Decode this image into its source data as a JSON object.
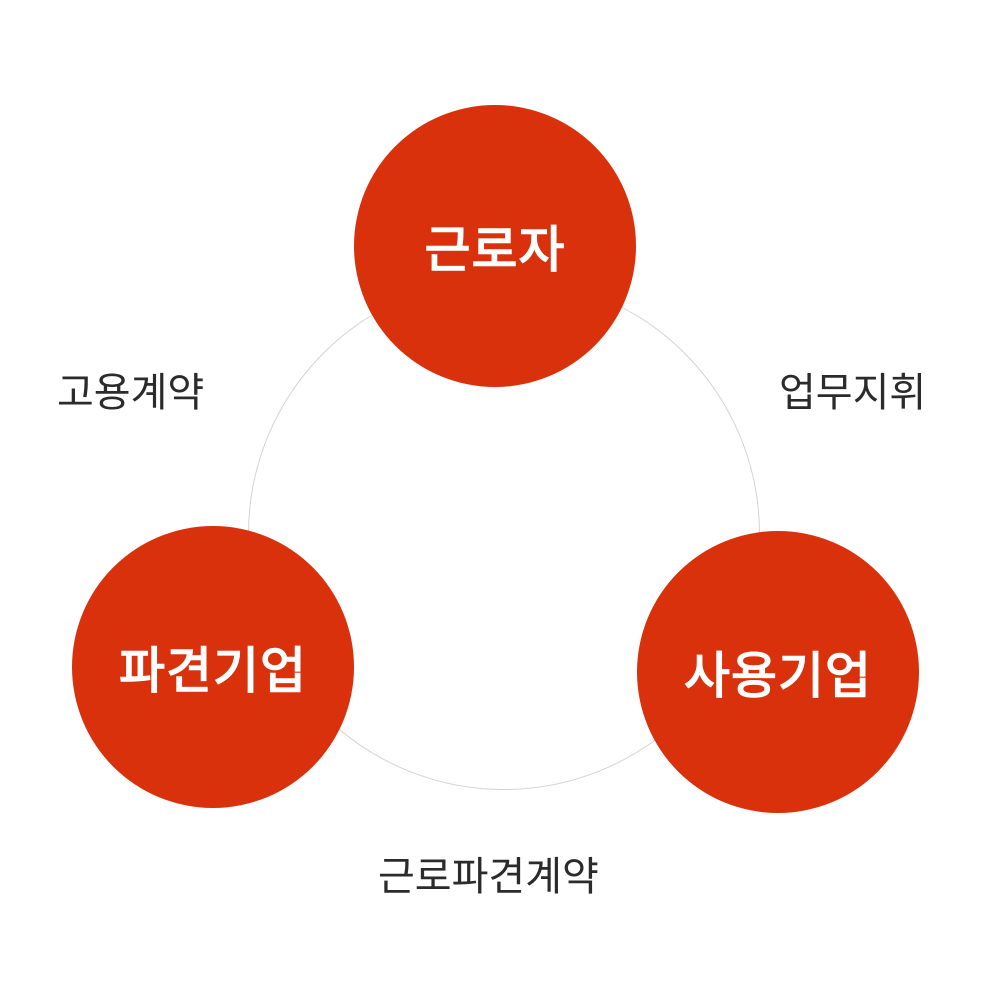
{
  "colors": {
    "node": "#d8310b",
    "ring": "#d4d4d4",
    "label_text": "#2b2b2b",
    "node_text": "#ffffff"
  },
  "nodes": {
    "worker": "근로자",
    "dispatch_company": "파견기업",
    "user_company": "사용기업"
  },
  "relations": {
    "employment_contract": "고용계약",
    "work_direction": "업무지휘",
    "dispatch_contract": "근로파견계약"
  }
}
